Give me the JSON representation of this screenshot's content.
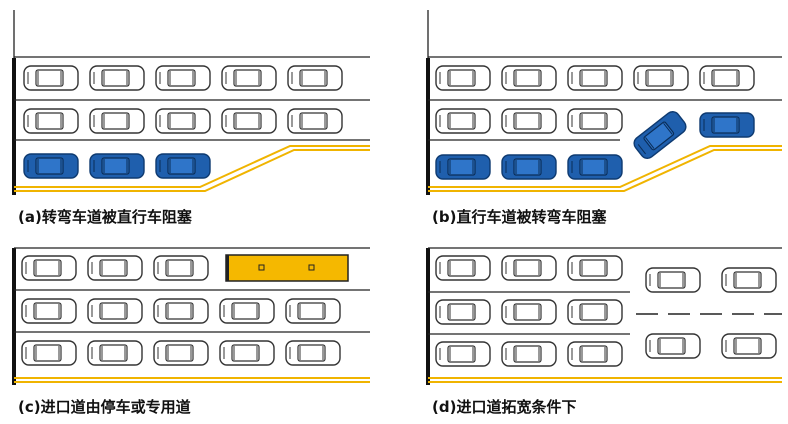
{
  "panels": [
    {
      "caption": "(a)转弯车道被直行车阻塞"
    },
    {
      "caption": "(b)直行车道被转弯车阻塞"
    },
    {
      "caption": "(c)进口道由停车或专用道"
    },
    {
      "caption": "(d)进口道拓宽条件下"
    }
  ],
  "colors": {
    "blue_car": "#1f5fad",
    "white_car": "#ffffff",
    "car_outline": "#333333",
    "yellow_line": "#f0b400",
    "yellow_block": "#f5b800",
    "lane_line": "#222222"
  }
}
